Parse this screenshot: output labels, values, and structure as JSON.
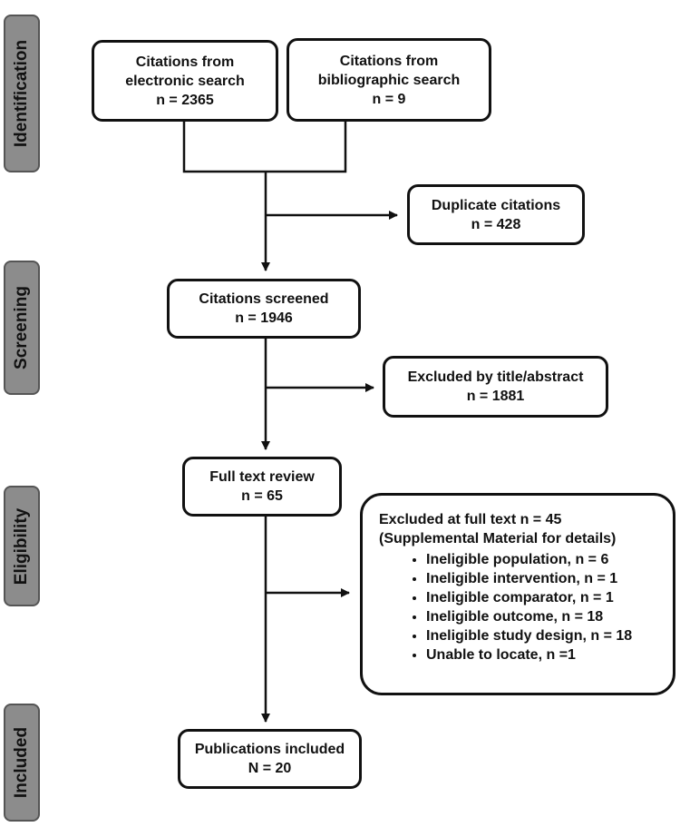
{
  "stages": {
    "identification": "Identification",
    "screening": "Screening",
    "eligibility": "Eligibility",
    "included": "Included"
  },
  "boxes": {
    "electronic": {
      "line1": "Citations from",
      "line2": "electronic search",
      "line3": "n = 2365"
    },
    "bibliographic": {
      "line1": "Citations from",
      "line2": "bibliographic search",
      "line3": "n = 9"
    },
    "duplicates": {
      "line1": "Duplicate citations",
      "line2": "n = 428"
    },
    "screened": {
      "line1": "Citations screened",
      "line2": "n = 1946"
    },
    "excluded_title": {
      "line1": "Excluded by title/abstract",
      "line2": "n = 1881"
    },
    "fulltext": {
      "line1": "Full text review",
      "line2": "n = 65"
    },
    "excluded_fulltext": {
      "line1": "Excluded at full text  n = 45",
      "line2": "(Supplemental Material for details)",
      "reasons": [
        "Ineligible population, n = 6",
        "Ineligible intervention, n = 1",
        "Ineligible comparator, n = 1",
        "Ineligible outcome, n = 18",
        "Ineligible study design, n = 18",
        "Unable to locate, n =1"
      ]
    },
    "included": {
      "line1": "Publications included",
      "line2": "N = 20"
    }
  }
}
